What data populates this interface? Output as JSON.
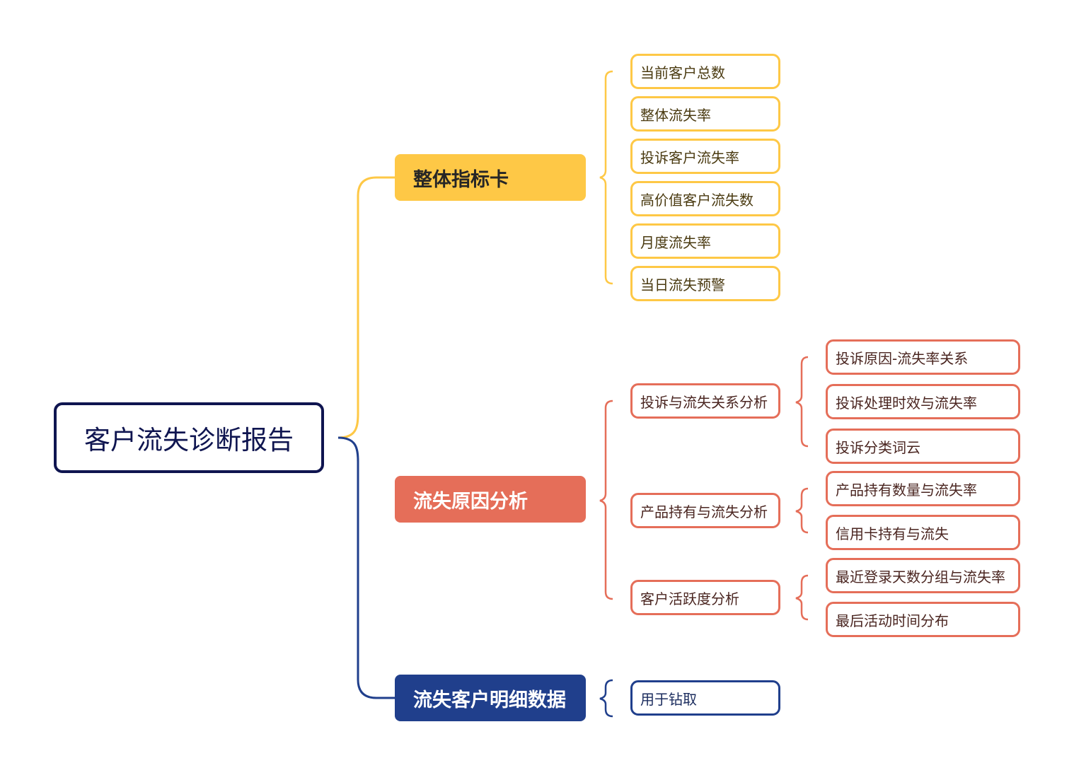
{
  "root": {
    "label": "客户流失诊断报告"
  },
  "branches": [
    {
      "label": "整体指标卡",
      "color": "#fec846",
      "children": [
        {
          "label": "当前客户总数"
        },
        {
          "label": "整体流失率"
        },
        {
          "label": "投诉客户流失率"
        },
        {
          "label": "高价值客户流失数"
        },
        {
          "label": "月度流失率"
        },
        {
          "label": "当日流失预警"
        }
      ]
    },
    {
      "label": "流失原因分析",
      "color": "#e56e59",
      "children": [
        {
          "label": "投诉与流失关系分析",
          "children": [
            {
              "label": "投诉原因-流失率关系"
            },
            {
              "label": "投诉处理时效与流失率"
            },
            {
              "label": "投诉分类词云"
            }
          ]
        },
        {
          "label": "产品持有与流失分析",
          "children": [
            {
              "label": "产品持有数量与流失率"
            },
            {
              "label": "信用卡持有与流失"
            }
          ]
        },
        {
          "label": "客户活跃度分析",
          "children": [
            {
              "label": "最近登录天数分组与流失率"
            },
            {
              "label": "最后活动时间分布"
            }
          ]
        }
      ]
    },
    {
      "label": "流失客户明细数据",
      "color": "#203f8c",
      "children": [
        {
          "label": "用于钻取"
        }
      ]
    }
  ]
}
